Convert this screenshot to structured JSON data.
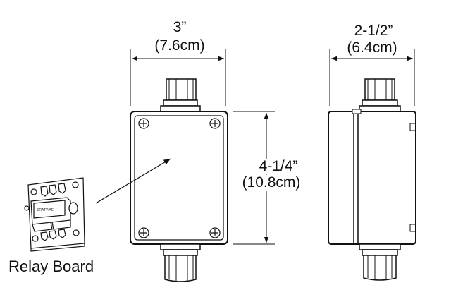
{
  "front_view": {
    "width_in": "3”",
    "width_cm": "(7.6cm)",
    "height_in": "4-1/4”",
    "height_cm": "(10.8cm)"
  },
  "side_view": {
    "depth_in": "2-1/2”",
    "depth_cm": "(6.4cm)"
  },
  "relay_board": {
    "label": "Relay Board",
    "relay_marking": "SRATY:AE"
  }
}
